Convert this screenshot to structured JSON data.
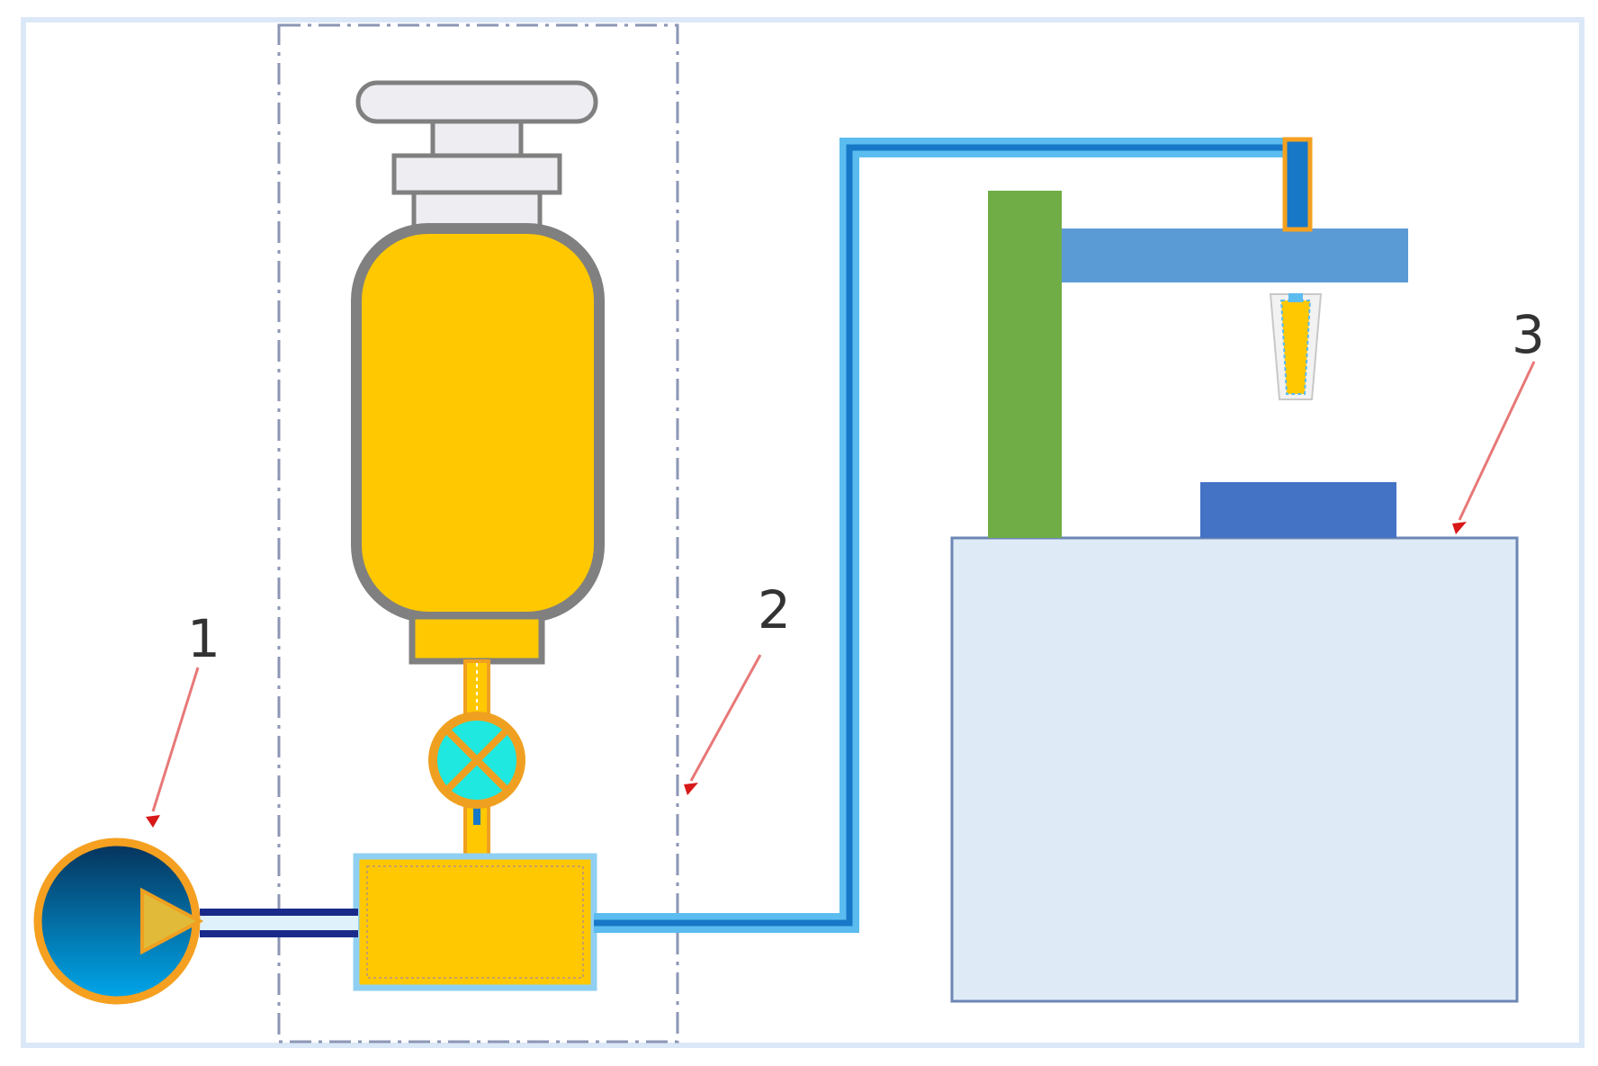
{
  "labels": {
    "pump": "1",
    "supply_module": "2",
    "machine": "3"
  },
  "colors": {
    "frame_border": "#dbe8f7",
    "dashed_box": "#8c96b4",
    "cap_fill": "#eeeef2",
    "cap_stroke": "#808080",
    "tank_fill": "#ffc800",
    "tank_stroke": "#808080",
    "valve_fill": "#1ee8e0",
    "valve_stroke": "#f0a020",
    "pipe_light": "#5bbcf0",
    "pipe_dark": "#1878c8",
    "pump_rim": "#f5a020",
    "pump_fill_top": "#06325a",
    "pump_fill_bottom": "#00a8ec",
    "pump_arrow": "#e0ba38",
    "column_green": "#70ad47",
    "arm_blue": "#5b9bd5",
    "worktable": "#4472c4",
    "machine_body": "#deebf7",
    "machine_border": "#6e86b4",
    "leader_line": "#e87878",
    "arrow_head": "#d81818"
  }
}
